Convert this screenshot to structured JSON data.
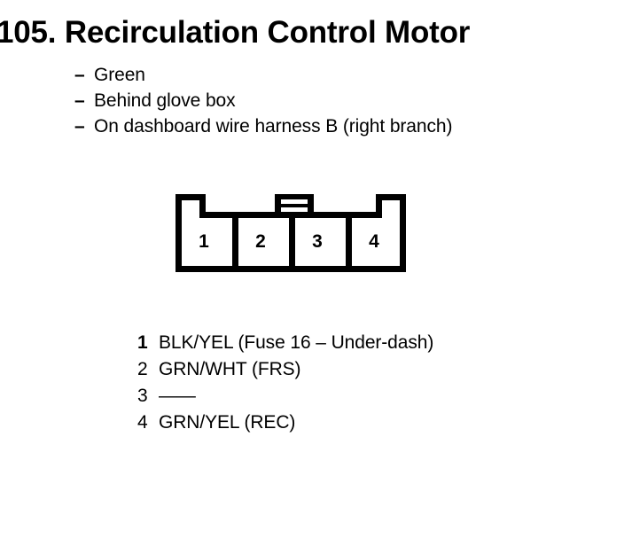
{
  "page": {
    "title": "105. Recirculation Control Motor"
  },
  "notes": {
    "bullet": "–",
    "items": [
      "Green",
      "Behind glove box",
      "On dashboard wire harness B (right branch)"
    ]
  },
  "connector": {
    "pins": [
      "1",
      "2",
      "3",
      "4"
    ],
    "outline_color": "#000000",
    "fill_color": "#ffffff"
  },
  "legend": {
    "rows": [
      {
        "pin": "1",
        "desc": "BLK/YEL (Fuse 16 – Under-dash)"
      },
      {
        "pin": "2",
        "desc": "GRN/WHT (FRS)"
      },
      {
        "pin": "3",
        "desc": "——"
      },
      {
        "pin": "4",
        "desc": "GRN/YEL (REC)"
      }
    ]
  }
}
